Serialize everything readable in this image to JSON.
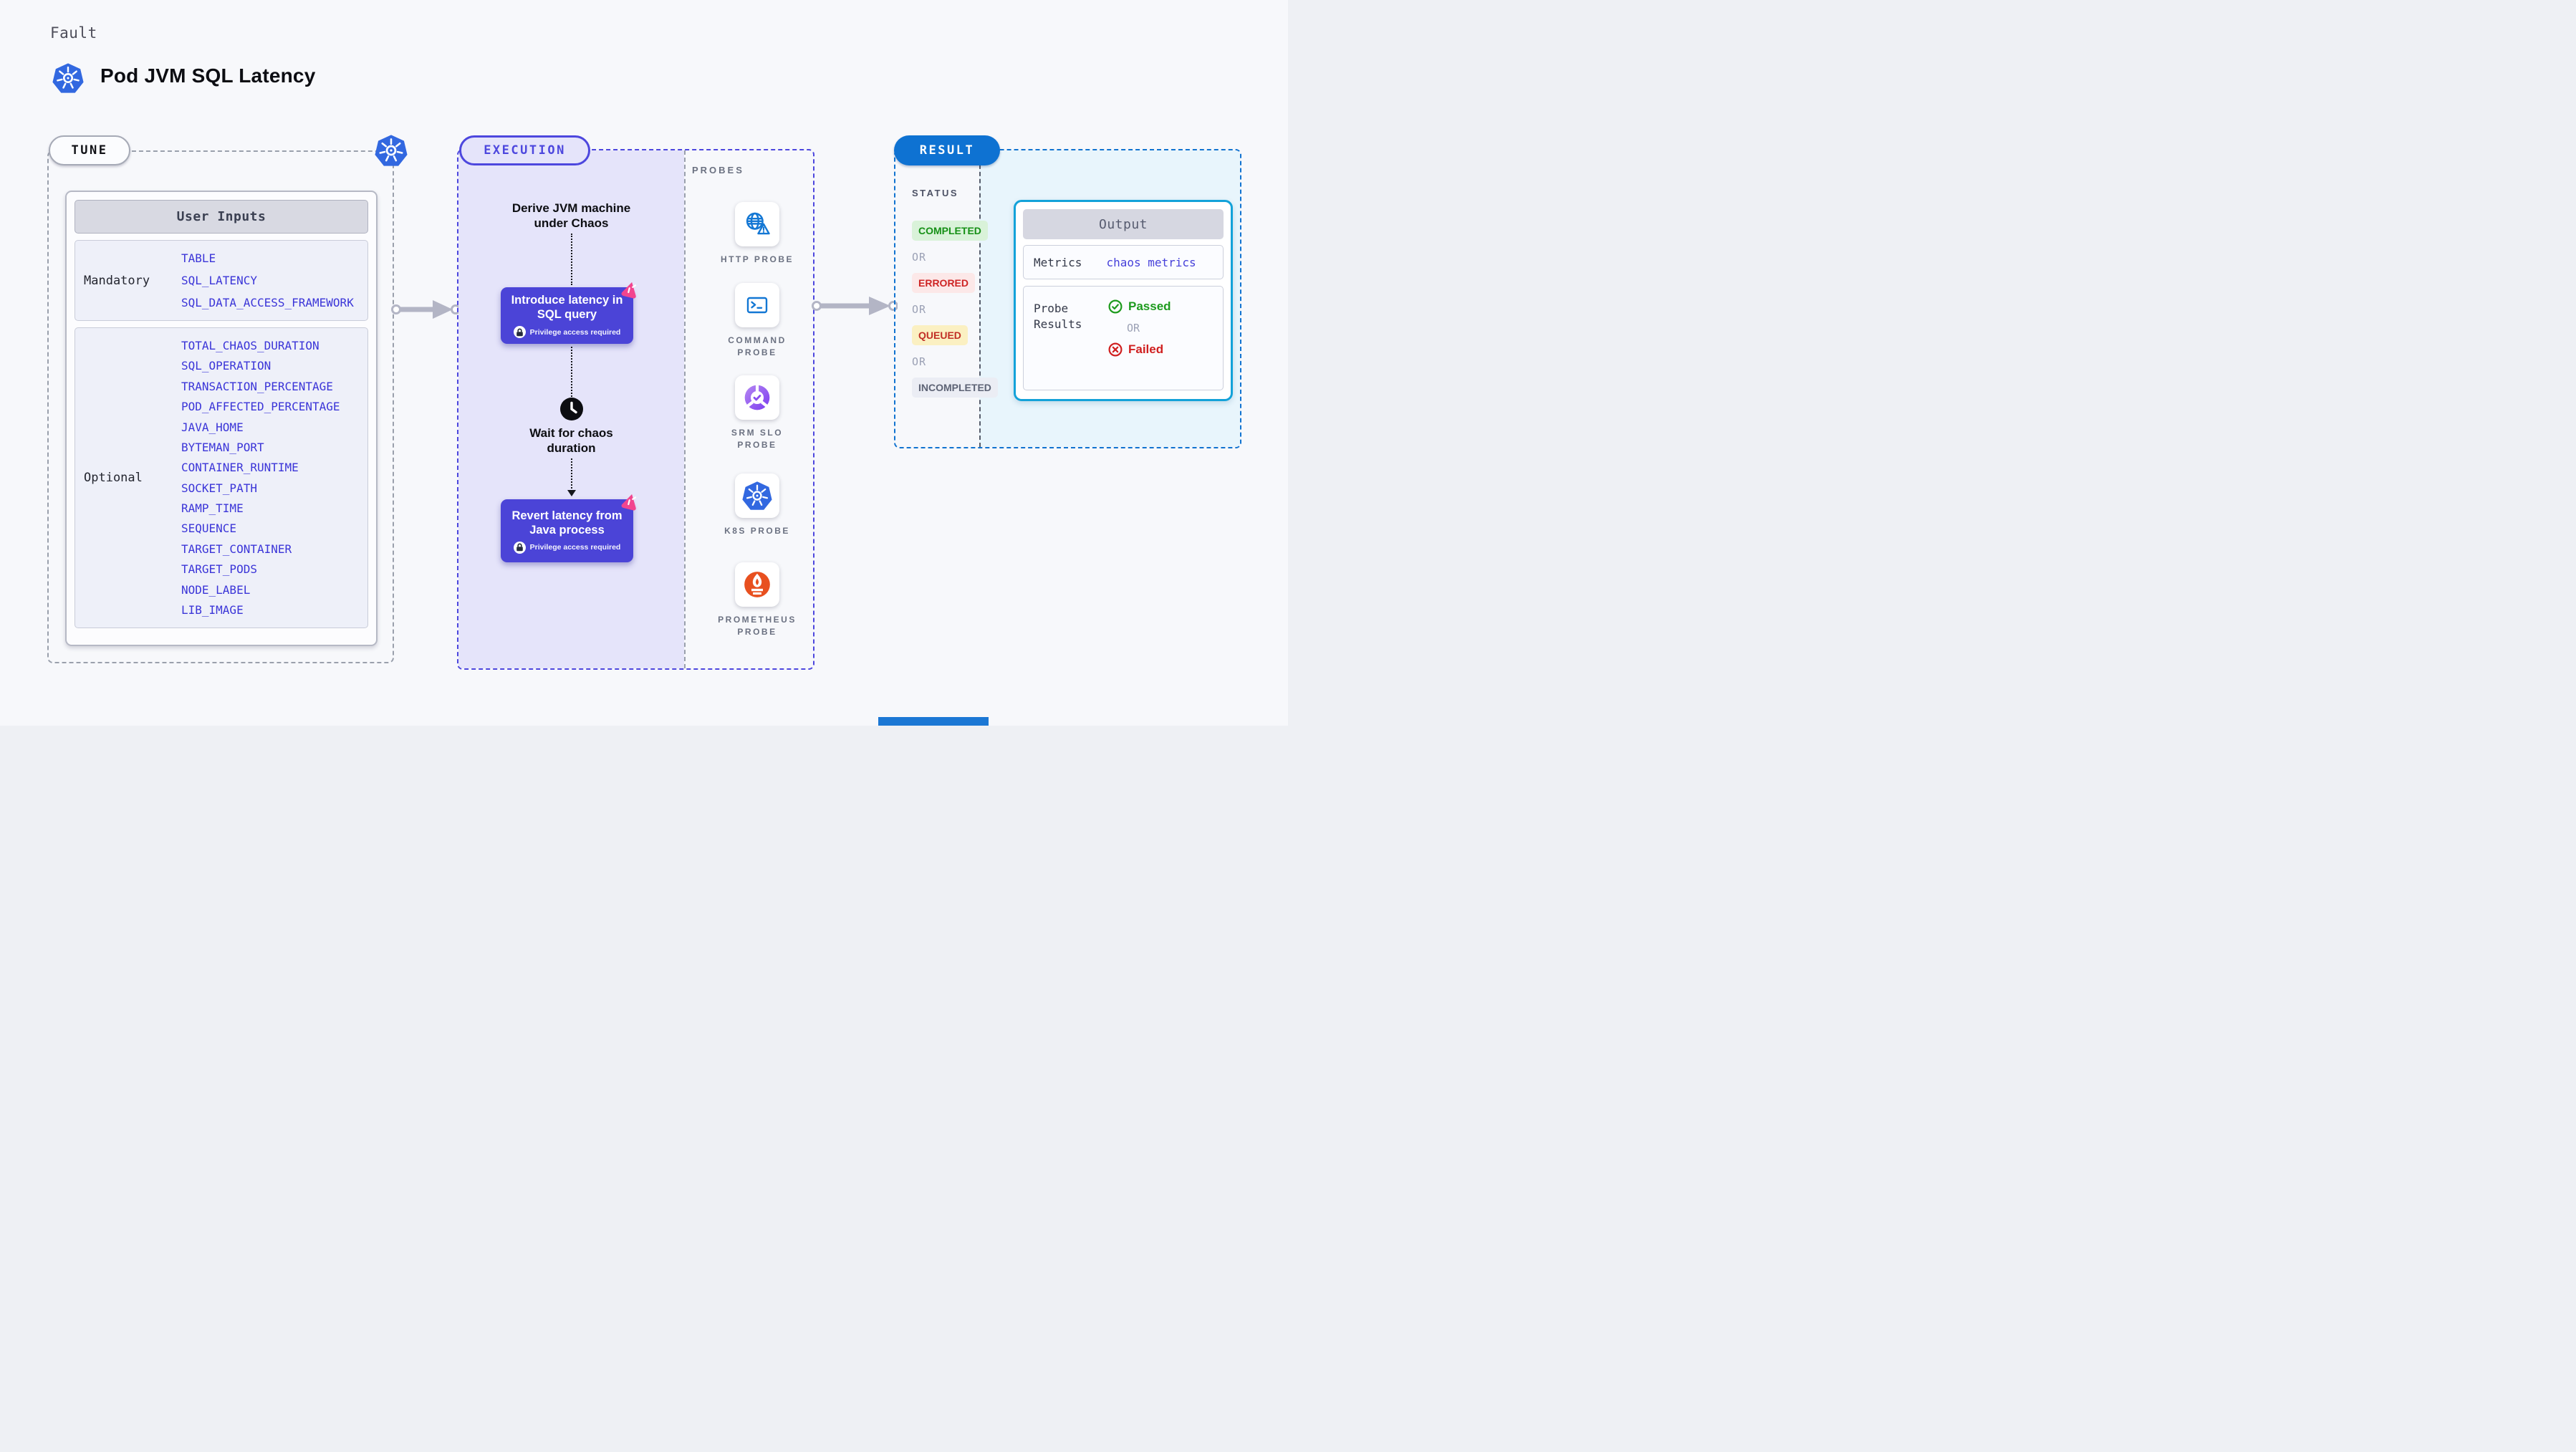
{
  "page": {
    "kicker": "Fault",
    "title": "Pod JVM SQL Latency"
  },
  "tune": {
    "pill": "TUNE",
    "table": {
      "header": "User Inputs",
      "mandatory_label": "Mandatory",
      "mandatory": [
        "TABLE",
        "SQL_LATENCY",
        "SQL_DATA_ACCESS_FRAMEWORK"
      ],
      "optional_label": "Optional",
      "optional": [
        "TOTAL_CHAOS_DURATION",
        "SQL_OPERATION",
        "TRANSACTION_PERCENTAGE",
        "POD_AFFECTED_PERCENTAGE",
        "JAVA_HOME",
        "BYTEMAN_PORT",
        "CONTAINER_RUNTIME",
        "SOCKET_PATH",
        "RAMP_TIME",
        "SEQUENCE",
        "TARGET_CONTAINER",
        "TARGET_PODS",
        "NODE_LABEL",
        "LIB_IMAGE"
      ]
    }
  },
  "execution": {
    "pill": "EXECUTION",
    "derive": "Derive JVM machine under Chaos",
    "inject": "Introduce latency in SQL query",
    "wait": "Wait for chaos duration",
    "revert": "Revert latency from Java process",
    "privilege": "Privilege access required"
  },
  "probes": {
    "heading": "PROBES",
    "items": [
      {
        "icon": "globe-alert-icon",
        "label": "HTTP PROBE"
      },
      {
        "icon": "terminal-icon",
        "label": "COMMAND\nPROBE"
      },
      {
        "icon": "slo-gauge-icon",
        "label": "SRM SLO\nPROBE"
      },
      {
        "icon": "kubernetes-icon",
        "label": "K8S PROBE"
      },
      {
        "icon": "prometheus-flame-icon",
        "label": "PROMETHEUS\nPROBE"
      }
    ]
  },
  "result": {
    "pill": "RESULT",
    "status_heading": "STATUS",
    "or": "OR",
    "statuses": [
      "COMPLETED",
      "ERRORED",
      "QUEUED",
      "INCOMPLETED"
    ],
    "output": {
      "header": "Output",
      "metrics_label": "Metrics",
      "metrics_value": "chaos metrics",
      "probe_results_label": "Probe Results",
      "passed": "Passed",
      "or": "OR",
      "failed": "Failed"
    }
  },
  "colors": {
    "accent_indigo": "#4d47de",
    "step_indigo": "#4b44d7",
    "lavender": "#e5e4fa",
    "accent_blue": "#0e72d2",
    "output_cyan": "#13a2d9",
    "result_tint": "#e8f5fc",
    "value_blue": "#3b35d8",
    "kubernetes_blue": "#3268e0",
    "probe_icon_blue": "#1377d4",
    "prometheus_orange": "#e8501f",
    "slo_purple": "#7b3bf0",
    "pink_badge": "#f2458f",
    "completed_green": "#169016",
    "errored_red": "#ce2424",
    "queued_yellow_bg": "#fbf0c2",
    "passed_green": "#1e9b1e",
    "failed_red": "#d02020",
    "arrow_gray": "#b3b5c5"
  }
}
